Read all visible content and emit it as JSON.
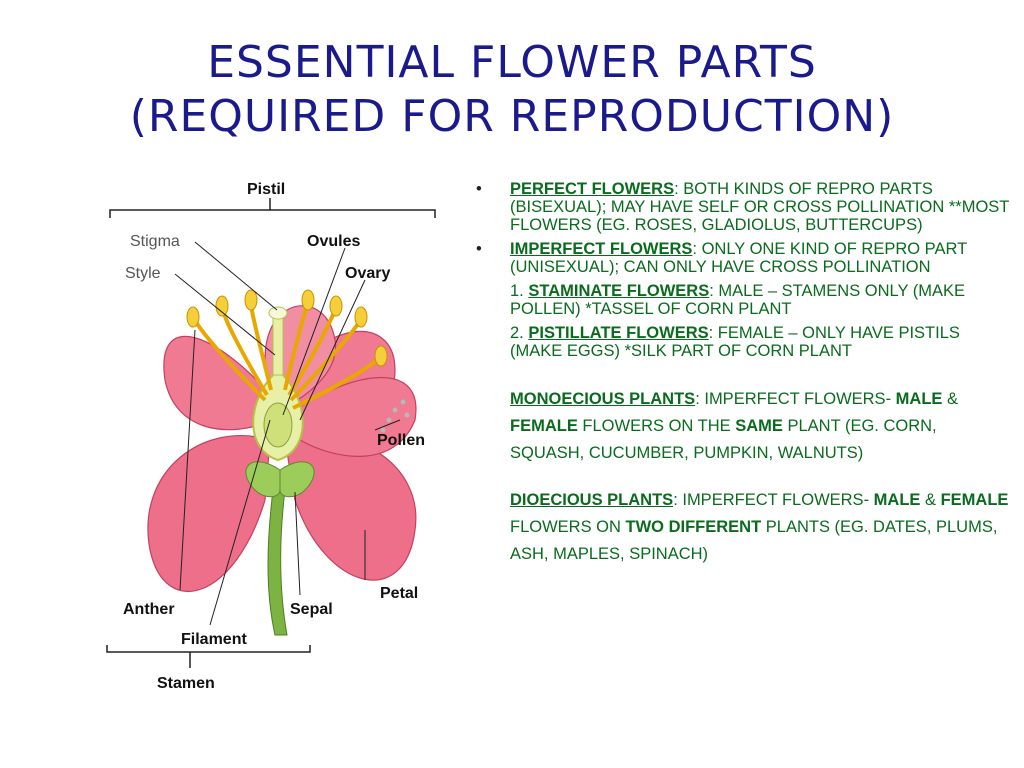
{
  "title": {
    "line1": "ESSENTIAL FLOWER PARTS",
    "line2": "(REQUIRED FOR REPRODUCTION)"
  },
  "diagram": {
    "labels": {
      "pistil": "Pistil",
      "stigma": "Stigma",
      "style": "Style",
      "ovules": "Ovules",
      "ovary": "Ovary",
      "pollen": "Pollen",
      "petal": "Petal",
      "sepal": "Sepal",
      "anther": "Anther",
      "filament": "Filament",
      "stamen": "Stamen"
    },
    "colors": {
      "petal": "#f07a92",
      "petal_dark": "#d9506e",
      "stamen": "#f2c21a",
      "pistil": "#e8f0a8",
      "sepal": "#9ccc5a"
    }
  },
  "text": {
    "b1_term": "PERFECT FLOWERS",
    "b1_rest": ": BOTH KINDS OF REPRO PARTS (BISEXUAL); MAY HAVE SELF OR CROSS POLLINATION **MOST FLOWERS  (EG. ROSES, GLADIOLUS, BUTTERCUPS)",
    "b2_term": "IMPERFECT FLOWERS",
    "b2_rest": ":  ONLY ONE KIND OF REPRO PART (UNISEXUAL); CAN ONLY HAVE CROSS POLLINATION",
    "s1_num": "1. ",
    "s1_term": "STAMINATE FLOWERS",
    "s1_rest": ": MALE – STAMENS ONLY (MAKE POLLEN) *TASSEL OF CORN PLANT",
    "s2_num": "2. ",
    "s2_term": "PISTILLATE FLOWERS",
    "s2_rest": ":  FEMALE – ONLY HAVE PISTILS (MAKE EGGS) *SILK PART OF CORN PLANT",
    "mono_term": "MONOECIOUS PLANTS",
    "mono_a": ": IMPERFECT FLOWERS- ",
    "mono_male": "MALE",
    "mono_amp": " & ",
    "mono_female": "FEMALE",
    "mono_b": " FLOWERS ON THE ",
    "mono_same": "SAME",
    "mono_c": " PLANT (EG. CORN, SQUASH, CUCUMBER, PUMPKIN, WALNUTS)",
    "dio_term": "DIOECIOUS PLANTS",
    "dio_a": ": IMPERFECT FLOWERS- ",
    "dio_male": "MALE",
    "dio_amp": " & ",
    "dio_female": "FEMALE",
    "dio_b": " FLOWERS ON ",
    "dio_two": "TWO DIFFERENT",
    "dio_c": " PLANTS (EG. DATES, PLUMS, ASH, MAPLES, SPINACH)",
    "bullet_char": "•"
  }
}
